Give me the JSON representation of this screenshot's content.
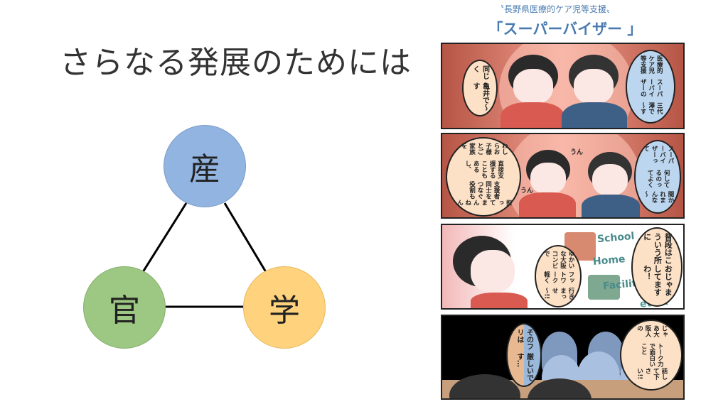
{
  "slide": {
    "title": "さらなる発展のためには",
    "triangle": {
      "top": "産",
      "left": "官",
      "right": "学"
    }
  },
  "comic": {
    "subtitle": "〝長野県医療的ケア児等支援〟",
    "title": "「スーパーバイザー 」",
    "panel1": {
      "left_bubble": [
        "同じく",
        "亀井で～す"
      ],
      "right_bubble": [
        "医療的ケア児等支援",
        "スーパーバイザーの",
        "三代澤で～す"
      ]
    },
    "panel2": {
      "left_bubble": [
        "わしらお子様とご家族を",
        "直接支援することもあるし、",
        "支援者同士をつなぐ役割も",
        "担ってまんねん"
      ],
      "right_bubble": [
        "スーパーバイザーって",
        "何してるのってよく",
        "聞かれまんな～"
      ],
      "sfx": "うん"
    },
    "panel3": {
      "left_bubble": [
        "ゆかいな大阪コンビで",
        "フットワーク軽く",
        "行きまっせ～!!"
      ],
      "right_bubble": [
        "普段はこういう所に",
        "おじゃましてますわ！"
      ],
      "places": [
        "School",
        "Home",
        "Facility",
        "etc..."
      ]
    },
    "panel4": {
      "left_bubble": [
        "そのフリは",
        "厳しいです…"
      ],
      "right_bubble": [
        "じゃあ大阪人の",
        "トーク力で面白いこと",
        "話して下さい!!"
      ]
    }
  },
  "colors": {
    "san": "#92b4e0",
    "kan": "#9dc883",
    "gaku": "#ffd27e",
    "comic_title": "#4a7bb0"
  }
}
